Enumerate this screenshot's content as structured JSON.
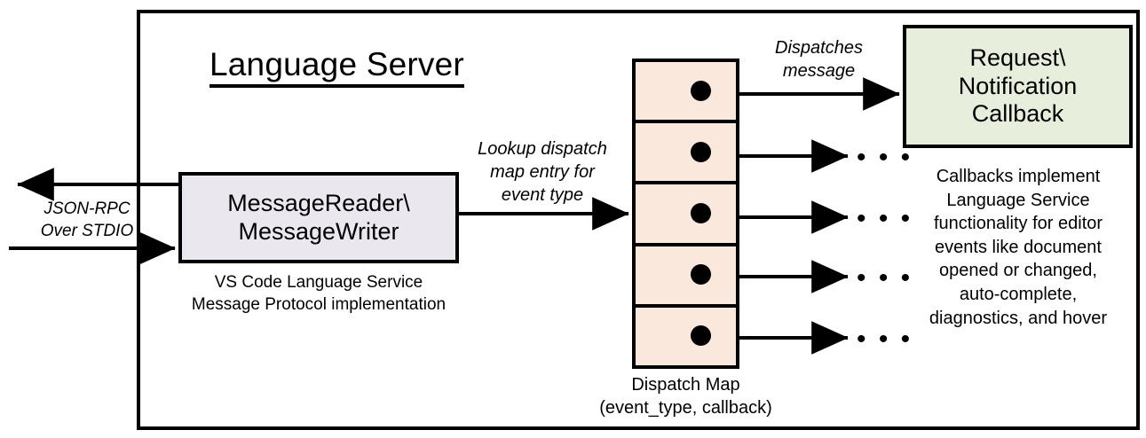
{
  "diagram": {
    "title": "Language Server",
    "server_frame_name": "Language Server",
    "nodes": {
      "message_io": {
        "line1": "MessageReader\\",
        "line2": "MessageWriter",
        "fill": "#EAE7EF",
        "caption_line1": "VS Code Language Service",
        "caption_line2": "Message Protocol implementation"
      },
      "dispatch_map": {
        "fill": "#FBE8DC",
        "row_count": 5,
        "caption_line1": "Dispatch Map",
        "caption_line2": "(event_type, callback)"
      },
      "callback": {
        "line1": "Request\\",
        "line2": "Notification",
        "line3": "Callback",
        "fill": "#E7EFDC",
        "caption_line1": "Callbacks implement",
        "caption_line2": "Language Service",
        "caption_line3": "functionality for editor",
        "caption_line4": "events like document",
        "caption_line5": "opened or changed,",
        "caption_line6": "auto-complete,",
        "caption_line7": "diagnostics, and hover"
      }
    },
    "edges": {
      "jsonrpc": {
        "line1": "JSON-RPC",
        "line2": "Over STDIO"
      },
      "lookup": {
        "line1": "Lookup dispatch",
        "line2": "map entry for",
        "line3": "event type"
      },
      "dispatches": {
        "line1": "Dispatches",
        "line2": "message"
      },
      "ellipsis": "• • •"
    },
    "colors": {
      "stroke": "#000000",
      "background": "#FFFFFF",
      "message_io_fill": "#EAE7EF",
      "dispatch_fill": "#FBE8DC",
      "callback_fill": "#E7EFDC"
    }
  }
}
